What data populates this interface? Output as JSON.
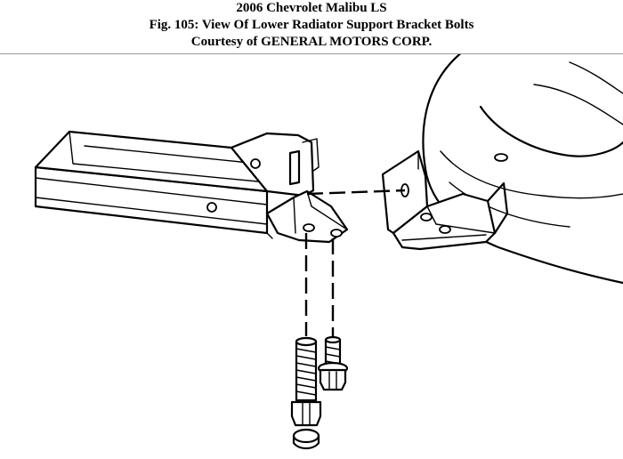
{
  "header": {
    "vehicle": "2006 Chevrolet Malibu LS",
    "figure_title": "Fig. 105: View Of Lower Radiator Support Bracket Bolts",
    "courtesy": "Courtesy of GENERAL MOTORS CORP."
  },
  "colors": {
    "background": "#ffffff",
    "line": "#000000",
    "rule": "#9a9a9a"
  }
}
